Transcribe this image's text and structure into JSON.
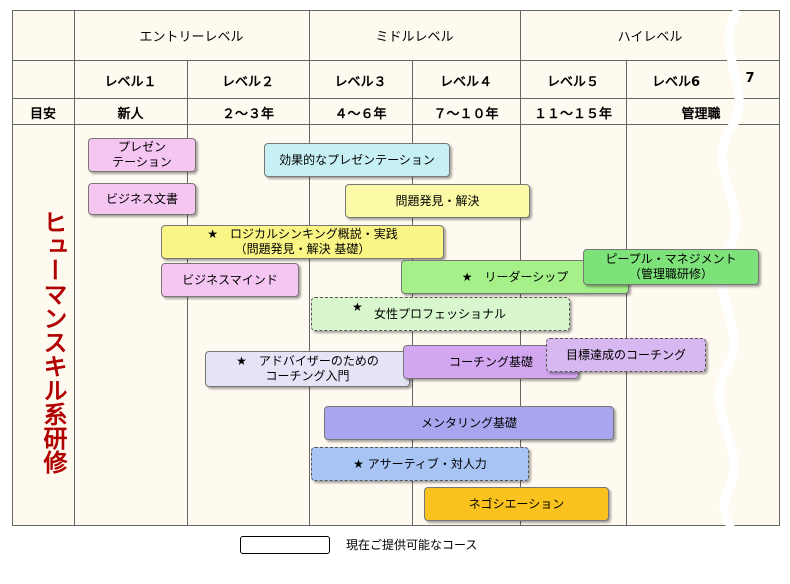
{
  "header": {
    "categories": [
      "エントリーレベル",
      "ミドルレベル",
      "ハイレベル"
    ],
    "levels": [
      "レベル１",
      "レベル２",
      "レベル３",
      "レベル４",
      "レベル５",
      "レベル6",
      "7"
    ],
    "meyasu_label": "目安",
    "meyasu": [
      "新人",
      "２～３年",
      "４～６年",
      "７～１０年",
      "１１～１５年",
      "管理職"
    ]
  },
  "side_title": "ヒューマンスキル系研修",
  "courses": [
    {
      "line1": "プレゼン",
      "line2": "テーション",
      "color": "#f6c6f2",
      "dashed": false
    },
    {
      "line1": "効果的なプレゼンテーション",
      "line2": "",
      "color": "#c7f0f4",
      "dashed": false
    },
    {
      "line1": "ビジネス文書",
      "line2": "",
      "color": "#f6c6f2",
      "dashed": false
    },
    {
      "line1": "問題発見・解決",
      "line2": "",
      "color": "#fbfaa6",
      "dashed": false
    },
    {
      "line1": "★　ロジカルシンキング概説・実践",
      "line2": "（問題発見・解決 基礎）",
      "color": "#fbf585",
      "dashed": false
    },
    {
      "line1": "ビジネスマインド",
      "line2": "",
      "color": "#f6c6f2",
      "dashed": false
    },
    {
      "line1": "★　リーダーシップ",
      "line2": "",
      "color": "#a6f08a",
      "dashed": false
    },
    {
      "line1": "ピープル・マネジメント",
      "line2": "（管理職研修）",
      "color": "#7ee27a",
      "dashed": false
    },
    {
      "line1": "★",
      "line2": "女性プロフェッショナル",
      "color": "#d9f7cf",
      "dashed": true
    },
    {
      "line1": "★　アドバイザーのための",
      "line2": "コーチング入門",
      "color": "#e4e4f6",
      "dashed": false
    },
    {
      "line1": "コーチング基礎",
      "line2": "",
      "color": "#d2a6f0",
      "dashed": false
    },
    {
      "line1": "目標達成のコーチング",
      "line2": "",
      "color": "#d8b8f0",
      "dashed": true
    },
    {
      "line1": "メンタリング基礎",
      "line2": "",
      "color": "#a9a6f0",
      "dashed": false
    },
    {
      "line1": "★ アサーティブ・対人力",
      "line2": "",
      "color": "#a8c4f4",
      "dashed": true
    },
    {
      "line1": "ネゴシエーション",
      "line2": "",
      "color": "#f9c21e",
      "dashed": false
    }
  ],
  "legend": {
    "label": "現在ご提供可能なコース"
  },
  "colors": {
    "side_title": "#b00000",
    "header_band": "#f7c28a"
  }
}
